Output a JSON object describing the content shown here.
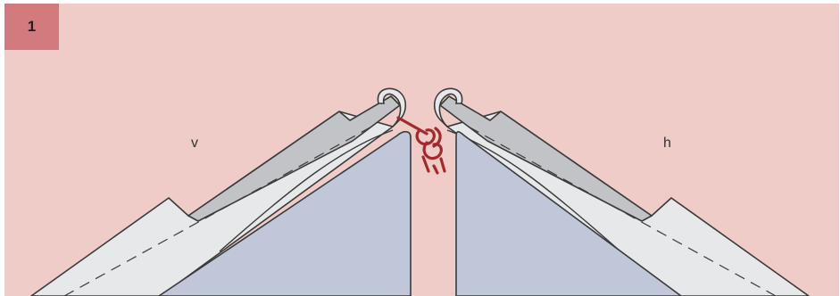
{
  "step": {
    "number": "1"
  },
  "labels": {
    "left": "v",
    "right": "h"
  },
  "colors": {
    "background": "#f0ccc8",
    "badge": "#d27a7e",
    "needle_plate": "#bfc7d8",
    "presser_light": "#e6e8ea",
    "presser_dark": "#c1c3c6",
    "outline": "#3a3a3a",
    "thread": "#a22a2c"
  }
}
